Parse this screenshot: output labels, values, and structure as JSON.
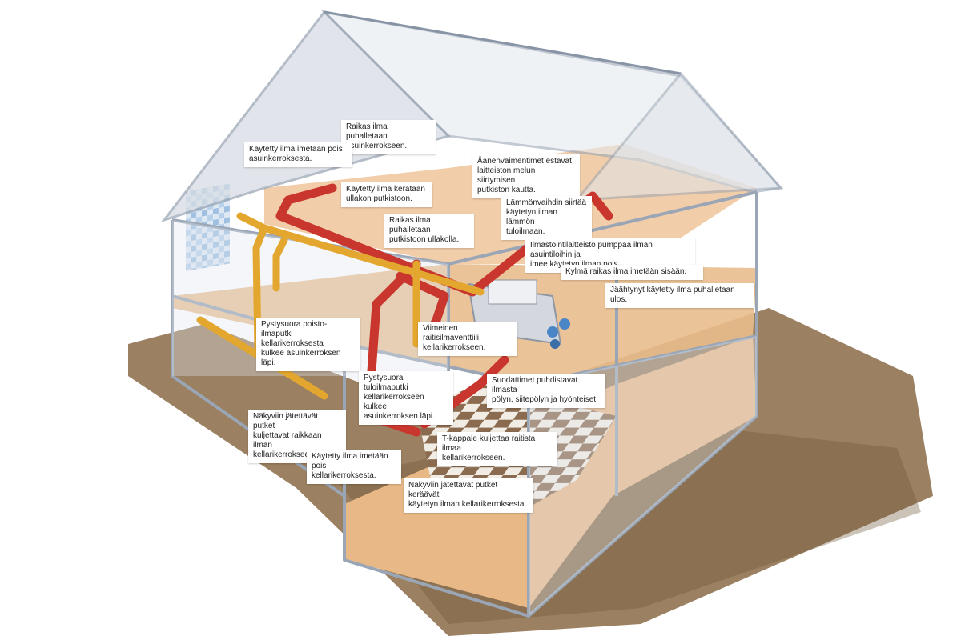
{
  "colors": {
    "ground": "#8a6a45",
    "floor_wood": "#e8b887",
    "wall_frame": "#9aa6b5",
    "supply_pipe": "#c9362d",
    "exhaust_pipe": "#e3a72f",
    "tile_light": "#f1ede4",
    "tile_dark": "#8b6b4f",
    "roof_glass": "#d7dde5"
  },
  "labels": [
    {
      "id": "fresh-air-living",
      "text": "Raikas ilma puhalletaan\nasuinkerrokseen."
    },
    {
      "id": "used-air-living-out",
      "text": "Käytetty ilma imetään pois\nasuinkerroksesta."
    },
    {
      "id": "silencers",
      "text": "Äänenvaimentimet estävät\nlaitteiston melun siirtymisen\nputkiston kautta."
    },
    {
      "id": "used-air-attic",
      "text": "Käytetty ilma kerätään\nullakon putkistoon."
    },
    {
      "id": "heat-exchanger",
      "text": "Lämmönvaihdin siirtää\nkäytetyn ilman lämmön\ntuloilmaan."
    },
    {
      "id": "fresh-air-attic",
      "text": "Raikas ilma puhalletaan\nputkistoon ullakolla."
    },
    {
      "id": "ventilation-unit",
      "text": "Ilmastointilaitteisto pumppaa ilman asuintiloihin ja\nimee käytetyn ilman pois."
    },
    {
      "id": "cold-fresh-in",
      "text": "Kylmä raikas ilma imetään sisään."
    },
    {
      "id": "cooled-used-out",
      "text": "Jäähtynyt käytetty ilma puhalletaan ulos."
    },
    {
      "id": "vertical-exhaust",
      "text": "Pystysuora poisto-\nilmaputki kellarikerroksesta\nkulkee asuinkerroksen läpi."
    },
    {
      "id": "last-valve",
      "text": "Viimeinen raitisilmaventtiili\nkellarikerrokseen."
    },
    {
      "id": "vertical-supply",
      "text": "Pystysuora tuloilmaputki\nkellarikerrokseen kulkee\nasuinkerroksen läpi."
    },
    {
      "id": "filters",
      "text": "Suodattimet puhdistavat ilmasta\npölyn, siitepölyn ja hyönteiset."
    },
    {
      "id": "visible-supply-pipes",
      "text": "Näkyviin jätettävät putket\nkuljettavat raikkaan ilman\nkellarikerrokseen."
    },
    {
      "id": "t-piece",
      "text": "T-kappale kuljettaa raitista ilmaa\nkellarikerrokseen."
    },
    {
      "id": "used-air-basement-out",
      "text": "Käytetty ilma imetään pois\nkellarikerroksesta."
    },
    {
      "id": "visible-exhaust-pipes",
      "text": "Näkyviin jätettävät putket keräävät\nkäytetyn ilman kellarikerroksesta."
    }
  ]
}
